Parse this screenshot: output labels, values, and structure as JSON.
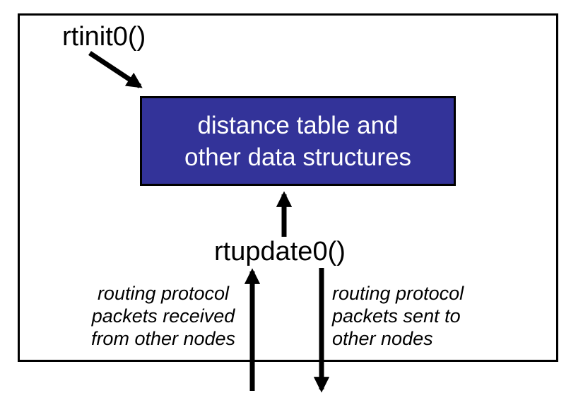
{
  "diagram": {
    "title_hint": "distance table data structure diagram",
    "rtinit_label": "rtinit0()",
    "rtupdate_label": "rtupdate0()",
    "box_label": "distance table and\nother data structures",
    "left_caption": "routing protocol\npackets received\nfrom other nodes",
    "right_caption": "routing protocol\npackets sent to\nother nodes",
    "icons": [
      "arrow-rtinit-to-box-icon",
      "arrow-rtupdate-to-box-icon",
      "arrow-incoming-packets-icon",
      "arrow-outgoing-packets-icon"
    ]
  },
  "colors": {
    "box-fill": "#333399",
    "box-text": "#ffffff",
    "arrow": "#000000",
    "border": "#000000",
    "background": "#ffffff",
    "text": "#000000"
  }
}
